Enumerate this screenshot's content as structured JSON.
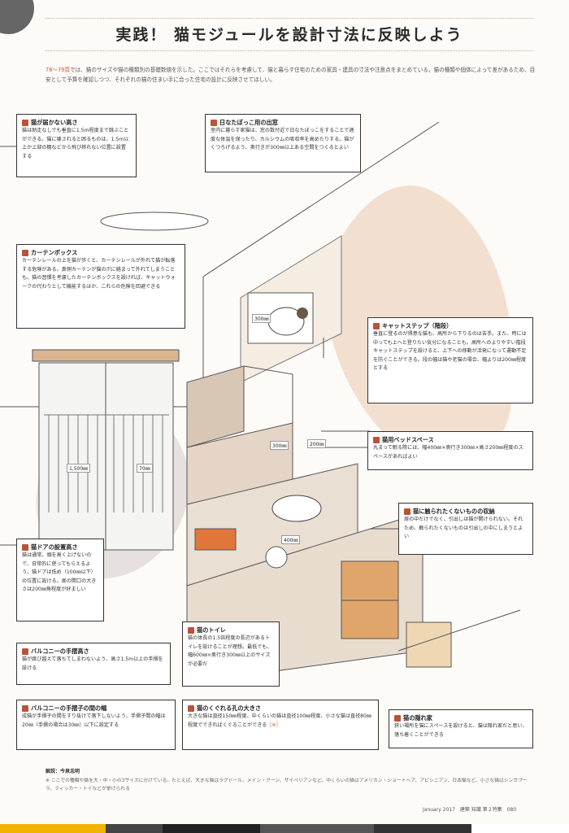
{
  "title": "実践！ 猫モジュールを設計寸法に反映しよう",
  "intro": {
    "highlight": "78〜79頁",
    "text": "では、猫のサイズや猫の種類別の基礎数値を示した。ここではそれらを考慮して、猫と暮らす住宅のための家具・建具の寸法や注意点をまとめている。猫の種類や個体によって差があるため、目安として予算を確認しつつ、それぞれの猫の住まい手に合った住宅の設計に反映させてほしい。"
  },
  "callouts": {
    "ceiling": {
      "head": "猫が届かない高さ",
      "body": "猫は助走なしでも垂直に1.5m程度まで跳ぶことができる。猫に壊されると困るものは、1.5m以上か上部の棚などから飛び移れない位置に設置する"
    },
    "window": {
      "head": "日なたぼっこ用の出窓",
      "body": "室内に暮らす家猫は、窓の数付近で日なたぼっこをすることで適度な体温を保ったり、カルシウムの吸収率を高めたりする。猫がくつろげるよう、奥行きが300㎜以上ある空間をつくるとよい"
    },
    "curtain": {
      "head": "カーテンボックス",
      "body": "カーテンレールの上を猫が歩くと、カーテンレールが外れて猫が転落する危険がある。鼻側カーテンが猫の爪に絡まって外れてしまうことも。猫の習慣を考慮したカーテンボックスを設ければ、キャットウォークの代わりとして機能するほか、これらの危険を回避できる"
    },
    "step": {
      "head": "キャットステップ（階段）",
      "body": "垂直に登るのが得意な猫も、高所から下りるのは苦手。また、時には中っても上へと登りたい気分になることも。高所へのよりやすい階段キャットステップを設けると、上下への移動が活発になって運動不足を防ぐことができる。段の幅は猫や老猫の場合、幅よりは200㎜程度とする"
    },
    "bed": {
      "head": "猫用ベッドスペース",
      "body": "丸まって眠る際には、幅400㎜×奥行き300㎜×高さ200㎜程度のスペースがあればよい"
    },
    "storage": {
      "head": "猫に触られたくないものの収納",
      "body": "扉の中だけでなく、引出しは猫が開けられない。それため、触られたくないものは引出しの中にしまうとよい"
    },
    "door": {
      "head": "猫ドアの設置高さ",
      "body": "猫は通常、頭を高く上げないので、日常的に使ってもらえるよう、猫ドアは低め（100㎜以下）の位置に設ける。扉の開口の大きさは200㎜角程度が好ましい"
    },
    "balcony_h": {
      "head": "バルコニーの手摺高さ",
      "body": "猫が跳び越えて落ちてしまわないよう、高さ1.5m以上の手摺を設ける"
    },
    "toilet": {
      "head": "猫のトイレ",
      "body": "猫の体長の1.5倍程度の長辺があるトイレを設けることが理想。最低でも、幅600㎜×奥行き300㎜以上のサイズが必要だ"
    },
    "balcony_gap": {
      "head": "バルコニーの手摺子の間の幅",
      "body": "成猫が手摺子の間をすり抜けて落下しないよう、手摺子間の幅は20㎜（手摺の場合は30㎜）以下に設定する"
    },
    "hole": {
      "head": "猫のくぐれる孔の大きさ",
      "body": "大きな猫は直径150㎜程度、中くらいの猫は直径100㎜程度、小さな猫は直径80㎜程度でできればくぐることができる",
      "ref": "［※］"
    },
    "hide": {
      "head": "猫の隠れ家",
      "body": "狭い場所を猫にスペースを設けると、猫は隠れ家だと思い、落ち着くことができる"
    }
  },
  "dims": {
    "d1500": "1,500㎜",
    "d70": "70㎜",
    "d200": "200㎜",
    "d300": "300㎜",
    "d400": "400㎜",
    "d300w": "300㎜"
  },
  "footer": {
    "head": "解説：今泉忠明",
    "note": "※ ここでの種類や猫を大・中・小の3サイズに分けている。たとえば、大きな猫はラグドール、メイン・クーン、サイベリアンなど、中くらいの猫はアメリカン・ショートヘア、アビシニアン、日本猫など、小さな猫はシンガプーラ、ティッカー・トイなどが挙げられる"
  },
  "page_info": "January 2017　建築 知識 第２特集　080",
  "colors": {
    "accent": "#b8543a",
    "blob": "#f3dfcf",
    "wood": "#d8b48f",
    "wall": "#ede3d8",
    "bar": [
      "#f0b400",
      "#444444",
      "#222222",
      "#555555",
      "#333333",
      "#ffffff"
    ]
  },
  "icons": [
    "cat-face-icon"
  ]
}
